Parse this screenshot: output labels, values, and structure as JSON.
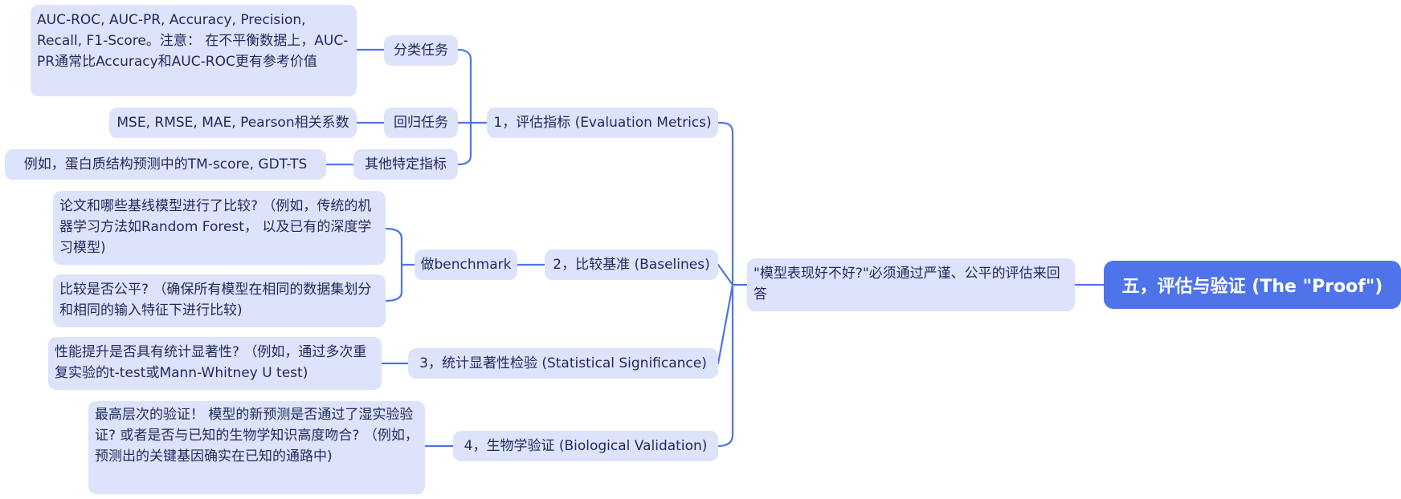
{
  "diagram": {
    "root": "五，评估与验证 (The \"Proof\")",
    "question": "\"模型表现好不好?\"必须通过严谨、公平的评估来回答",
    "branches": [
      {
        "label": "1，评估指标 (Evaluation Metrics)",
        "children": [
          {
            "label": "分类任务",
            "detail": "AUC-ROC, AUC-PR, Accuracy, Precision, Recall, F1-Score。注意： 在不平衡数据上，AUC-PR通常比Accuracy和AUC-ROC更有参考价值"
          },
          {
            "label": "回归任务",
            "detail": "MSE, RMSE, MAE, Pearson相关系数"
          },
          {
            "label": "其他特定指标",
            "detail": "例如，蛋白质结构预测中的TM-score, GDT-TS"
          }
        ]
      },
      {
        "label": "2，比较基准 (Baselines)",
        "children": [
          {
            "label": "做benchmark",
            "details": [
              "论文和哪些基线模型进行了比较? （例如，传统的机器学习方法如Random Forest， 以及已有的深度学习模型)",
              "比较是否公平? （确保所有模型在相同的数据集划分和相同的输入特征下进行比较)"
            ]
          }
        ]
      },
      {
        "label": "3，统计显著性检验 (Statistical Significance)",
        "detail": "性能提升是否具有统计显著性? （例如，通过多次重复实验的t-test或Mann-Whitney U test)"
      },
      {
        "label": "4，生物学验证 (Biological Validation)",
        "detail": "最高层次的验证！ 模型的新预测是否通过了湿实验验证? 或者是否与已知的生物学知识高度吻合? （例如，预测出的关键基因确实在已知的通路中)"
      }
    ]
  },
  "colors": {
    "line": "#4f74ea",
    "node_bg": "#dce3fb",
    "root_bg": "#4f74ea",
    "text": "#1e2a5a"
  }
}
